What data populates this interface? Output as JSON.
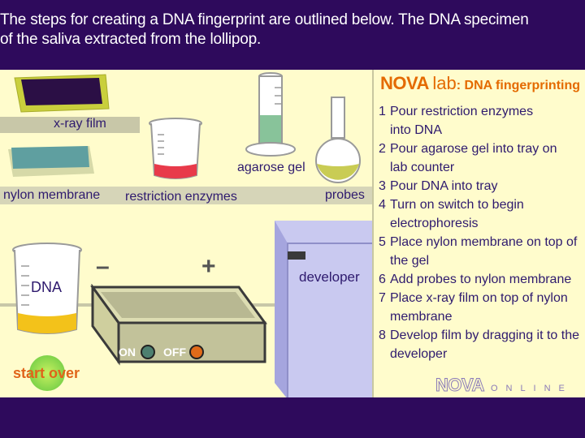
{
  "header": {
    "line1": "The steps for creating a DNA fingerprint are outlined below. The DNA specimen",
    "line2": "of the saliva extracted from the lollipop."
  },
  "lab": {
    "xray_label": "x-ray film",
    "nylon_label": "nylon membrane",
    "enzymes_label": "restriction enzymes",
    "agarose_label": "agarose gel",
    "probes_label": "probes",
    "dna_label": "DNA",
    "minus_label": "–",
    "plus_label": "+",
    "on_label": "ON",
    "off_label": "OFF",
    "developer_label": "developer",
    "start_over_label": "start over"
  },
  "panel": {
    "title_nova": "NOVA",
    "title_lab": "lab",
    "title_sub": ": DNA fingerprinting",
    "steps": [
      {
        "num": "1",
        "text": "Pour restriction enzymes\ninto DNA"
      },
      {
        "num": "2",
        "text": "Pour agarose gel into tray on\nlab counter"
      },
      {
        "num": "3",
        "text": "Pour DNA into tray"
      },
      {
        "num": "4",
        "text": "Turn on switch to begin\n electrophoresis"
      },
      {
        "num": "5",
        "text": "Place nylon membrane on top of\nthe gel"
      },
      {
        "num": "6",
        "text": "Add probes to nylon membrane"
      },
      {
        "num": "7",
        "text": "Place x-ray film on top of nylon\nmembrane"
      },
      {
        "num": "8",
        "text": "Develop film by dragging it to the\ndeveloper"
      }
    ],
    "footer_nova": "NOVA",
    "footer_online": "ONLINE"
  },
  "colors": {
    "background": "#2e0a5c",
    "lab_bg": "#fffccc",
    "text": "#2e1a6e",
    "accent": "#e46a00",
    "enzyme_red": "#e83a4a",
    "dna_yellow": "#f3c21a",
    "agarose_green": "#88c39a",
    "developer_blue": "#c9c9f0"
  }
}
